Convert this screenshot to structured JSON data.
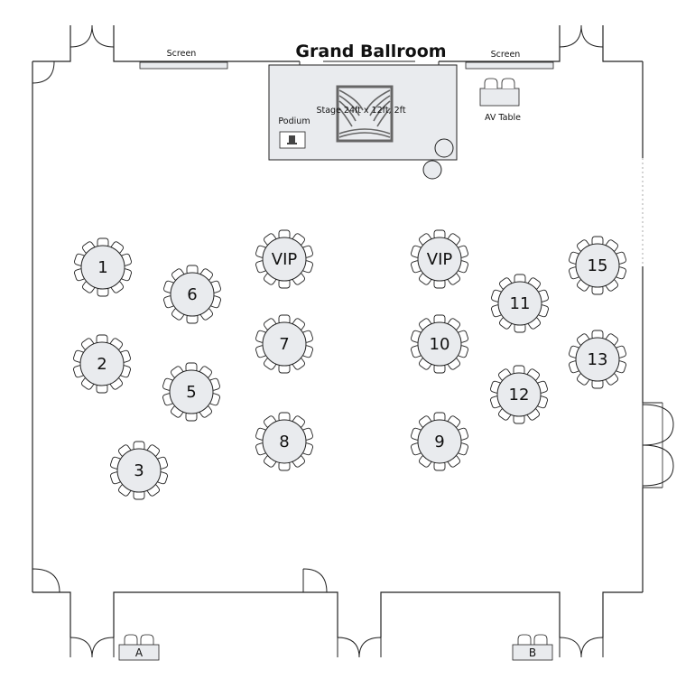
{
  "room": {
    "title": "Grand Ballroom",
    "screen_left_label": "Screen",
    "screen_right_label": "Screen",
    "stage_label": "Stage 24ft x 12ft, 2ft",
    "podium_label": "Podium",
    "av_table_label": "AV Table",
    "entrance_a_label": "A",
    "entrance_b_label": "B"
  },
  "tables": [
    {
      "label": "1",
      "seats": 10
    },
    {
      "label": "2",
      "seats": 10
    },
    {
      "label": "3",
      "seats": 10
    },
    {
      "label": "5",
      "seats": 10
    },
    {
      "label": "6",
      "seats": 10
    },
    {
      "label": "VIP",
      "seats": 10
    },
    {
      "label": "7",
      "seats": 10
    },
    {
      "label": "8",
      "seats": 10
    },
    {
      "label": "VIP",
      "seats": 10
    },
    {
      "label": "10",
      "seats": 10
    },
    {
      "label": "9",
      "seats": 10
    },
    {
      "label": "11",
      "seats": 10
    },
    {
      "label": "12",
      "seats": 10
    },
    {
      "label": "15",
      "seats": 10
    },
    {
      "label": "13",
      "seats": 10
    }
  ],
  "colors": {
    "table_fill": "#e9ebee",
    "stage_fill": "#e9ebee",
    "line": "#222222"
  }
}
